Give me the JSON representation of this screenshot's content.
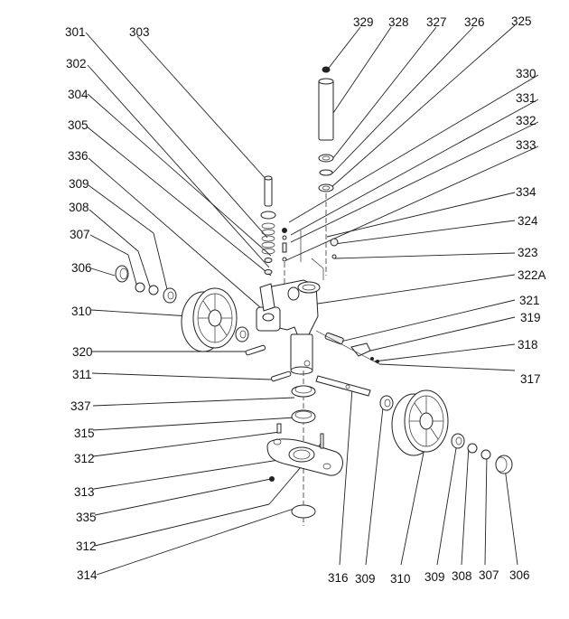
{
  "diagram": {
    "title": "Pump assembly exploded view",
    "labels": {
      "l301": "301",
      "l303": "303",
      "l302": "302",
      "l304": "304",
      "l305": "305",
      "l336": "336",
      "l309a": "309",
      "l308a": "308",
      "l307a": "307",
      "l306a": "306",
      "l310a": "310",
      "l320": "320",
      "l311": "311",
      "l337": "337",
      "l315": "315",
      "l312a": "312",
      "l313": "313",
      "l335": "335",
      "l312b": "312",
      "l314": "314",
      "l329": "329",
      "l328": "328",
      "l327": "327",
      "l326": "326",
      "l325": "325",
      "l330": "330",
      "l331": "331",
      "l332": "332",
      "l333": "333",
      "l334": "334",
      "l324": "324",
      "l323": "323",
      "l322A": "322A",
      "l321": "321",
      "l319": "319",
      "l318": "318",
      "l317": "317",
      "l316": "316",
      "l309b": "309",
      "l310b": "310",
      "l309c": "309",
      "l308b": "308",
      "l307b": "307",
      "l306b": "306"
    }
  }
}
